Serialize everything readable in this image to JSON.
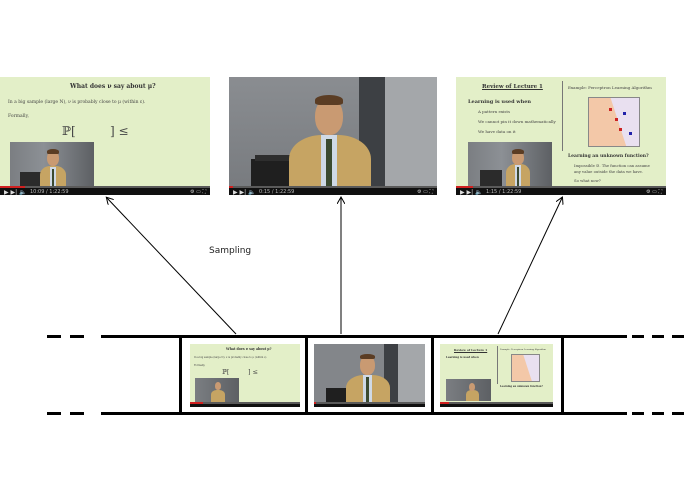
{
  "sampling_label": "Sampling",
  "frame1": {
    "title": "What does ν say about μ?",
    "line1": "In a big sample (large N), ν is probably close to μ (within ε).",
    "line2": "Formally,",
    "formula_p": "ℙ[",
    "formula_end": "] ≤",
    "time": "10:09 / 1:22:59"
  },
  "frame2": {
    "time": "0:15 / 1:22:59"
  },
  "frame3": {
    "title": "Review of Lecture 1",
    "heading1": "Learning is used when",
    "bullets1": [
      "A pattern exists",
      "We cannot pin it down mathematically",
      "We have data on it"
    ],
    "right_title": "Example: Perceptron Learning Algorithm",
    "heading2": "Learning an unknown function?",
    "line_a": "Impossible ☺. The function can assume",
    "line_b": "any value outside the data we have.",
    "line_c": "So what now?",
    "time": "1:15 / 1:22:59"
  },
  "colors": {
    "slide_bg": "#e3efc8",
    "frame_border": "#000000",
    "progress": "#d02020"
  }
}
